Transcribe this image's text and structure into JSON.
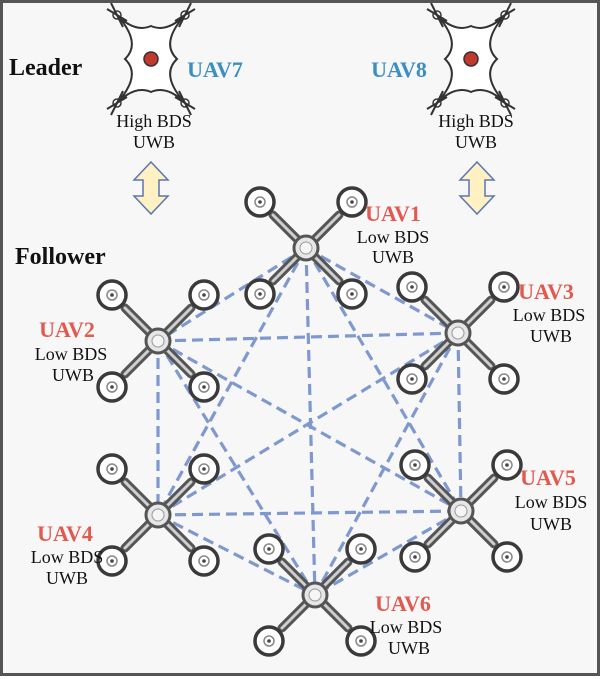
{
  "colors": {
    "leader_label": "#3b8ec2",
    "follower_label": "#e05a4f",
    "dashed_link": "#7f98cf",
    "arrow_fill": "#fff1c2",
    "arrow_stroke": "#5a76b5",
    "text": "#111111"
  },
  "groups": {
    "leader": "Leader",
    "follower": "Follower"
  },
  "leaders": [
    {
      "name": "UAV7",
      "line1": "High BDS",
      "line2": "UWB"
    },
    {
      "name": "UAV8",
      "line1": "High BDS",
      "line2": "UWB"
    }
  ],
  "followers": [
    {
      "name": "UAV1",
      "line1": "Low BDS",
      "line2": "UWB"
    },
    {
      "name": "UAV2",
      "line1": "Low BDS",
      "line2": "UWB"
    },
    {
      "name": "UAV3",
      "line1": "Low BDS",
      "line2": "UWB"
    },
    {
      "name": "UAV4",
      "line1": "Low BDS",
      "line2": "UWB"
    },
    {
      "name": "UAV5",
      "line1": "Low BDS",
      "line2": "UWB"
    },
    {
      "name": "UAV6",
      "line1": "Low BDS",
      "line2": "UWB"
    }
  ],
  "icons": {
    "leader_drone": "quadcopter-outline-icon",
    "follower_drone": "quadcopter-icon",
    "link_arrow": "double-arrow-icon"
  }
}
